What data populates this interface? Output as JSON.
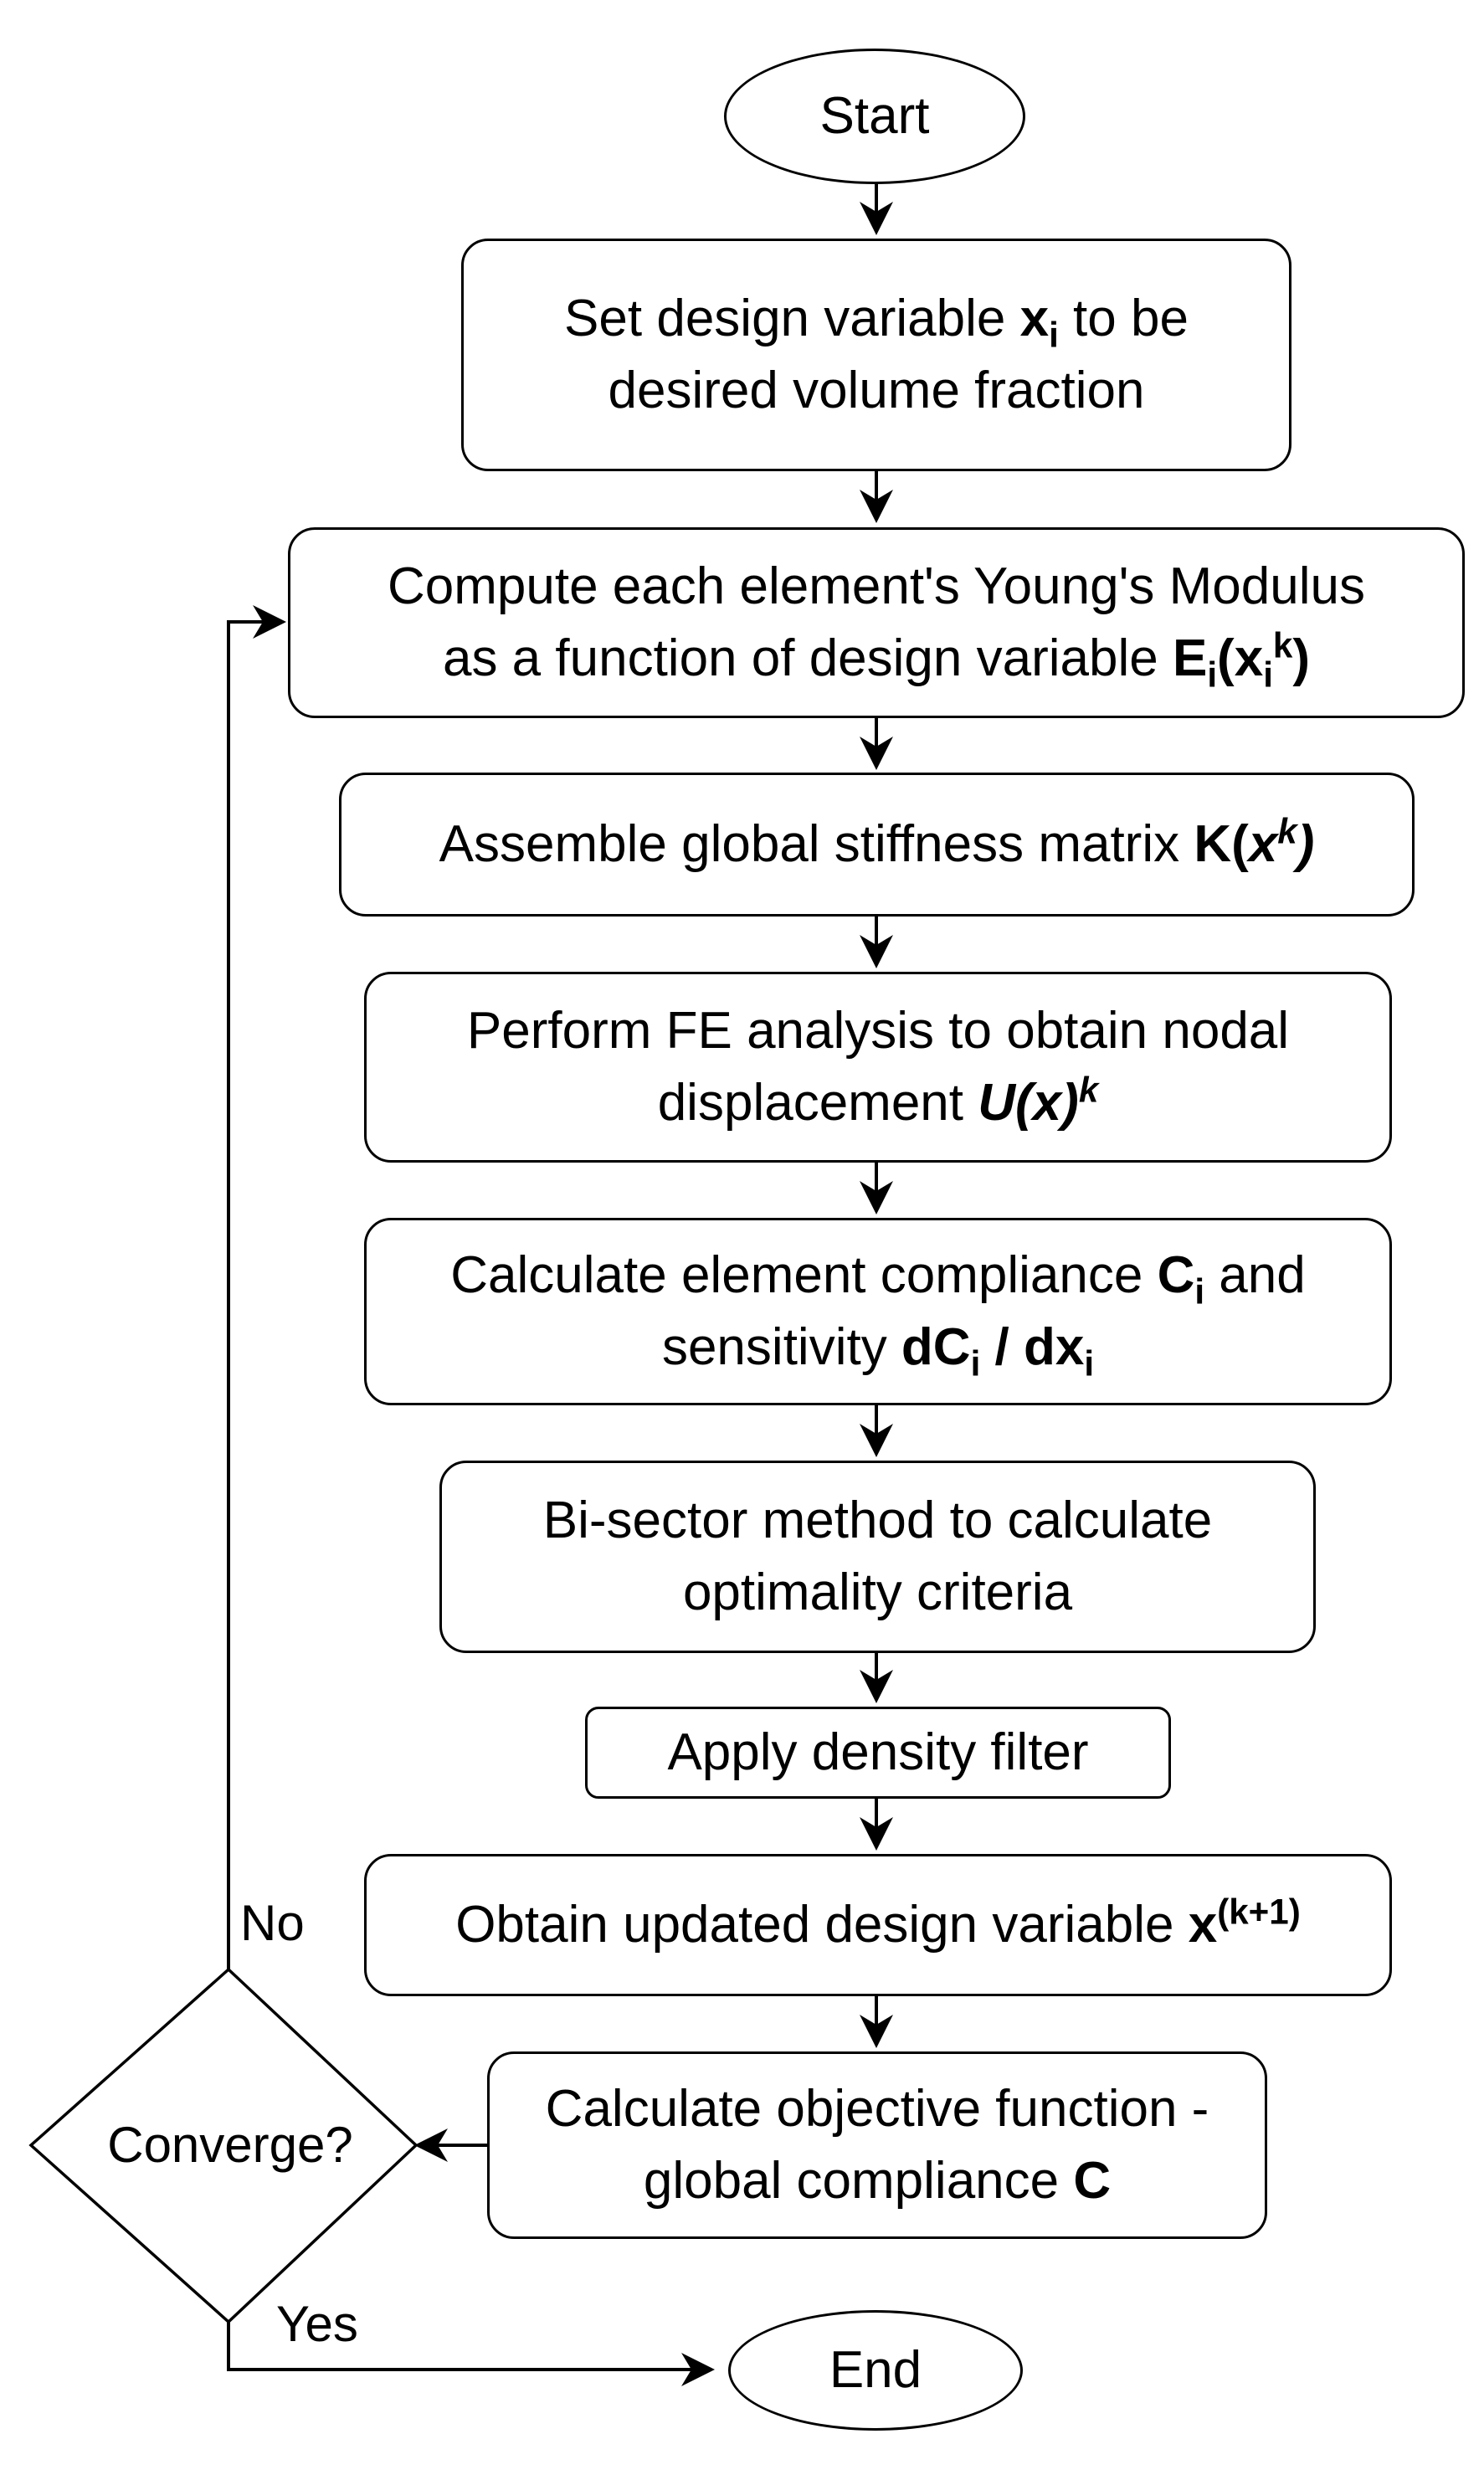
{
  "nodes": {
    "start": {
      "label": "Start"
    },
    "set_design": {
      "line1_a": "Set design variable ",
      "line1_var": "x",
      "line1_sub": "i",
      "line1_b": " to be",
      "line2": "desired volume fraction"
    },
    "compute_modulus": {
      "line1": "Compute each element's Young's Modulus",
      "line2_a": "as a function of design variable ",
      "line2_E": "E",
      "line2_Esub": "i",
      "line2_open": "(x",
      "line2_xsub": "i",
      "line2_sup": "k",
      "line2_close": ")"
    },
    "assemble": {
      "line1_a": "Assemble global stiffness matrix ",
      "line1_K": "K(",
      "line1_x": "x",
      "line1_sup": "k",
      "line1_close": ")"
    },
    "fe_analysis": {
      "line1": "Perform FE analysis to obtain nodal",
      "line2_a": "displacement ",
      "line2_U": "U(x)",
      "line2_sup": "k"
    },
    "compliance": {
      "line1_a": "Calculate element compliance ",
      "line1_C": "C",
      "line1_sub": "i",
      "line1_b": " and",
      "line2_a": "sensitivity ",
      "line2_dC": "dC",
      "line2_dCsub": "i",
      "line2_slash": " / dx",
      "line2_xsub": "i"
    },
    "bisector": {
      "line1": "Bi-sector method to calculate",
      "line2": "optimality criteria"
    },
    "density_filter": {
      "label": "Apply density filter"
    },
    "update": {
      "line1_a": "Obtain updated design variable ",
      "line1_x": "x",
      "line1_sup": "(k+1)"
    },
    "objective": {
      "line1": "Calculate objective function -",
      "line2_a": "global compliance ",
      "line2_C": "C"
    },
    "converge": {
      "label": "Converge?"
    },
    "end": {
      "label": "End"
    }
  },
  "edges": {
    "no_label": "No",
    "yes_label": "Yes"
  }
}
